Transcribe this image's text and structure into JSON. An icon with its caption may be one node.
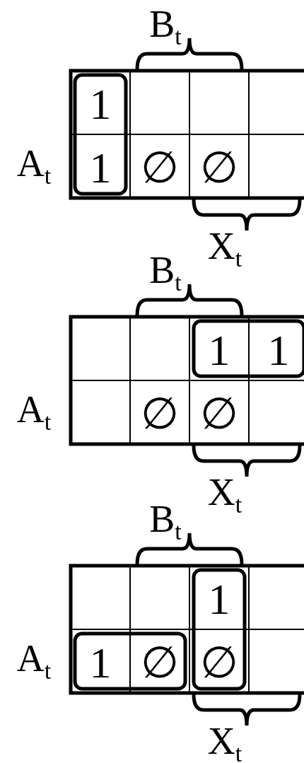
{
  "diagram": {
    "labels": [
      "B$_{t}$",
      "1",
      "A$_{t}$",
      "1",
      "∅",
      "∅",
      "X$_{t}$",
      "B$_{t}$",
      "1",
      "1",
      "A$_{t}$",
      "∅",
      "∅",
      "X$_{t}$",
      "B$_{t}$",
      "1",
      "A$_{t}$",
      "1",
      "∅",
      "∅",
      "X$_{t}$"
    ]
  }
}
